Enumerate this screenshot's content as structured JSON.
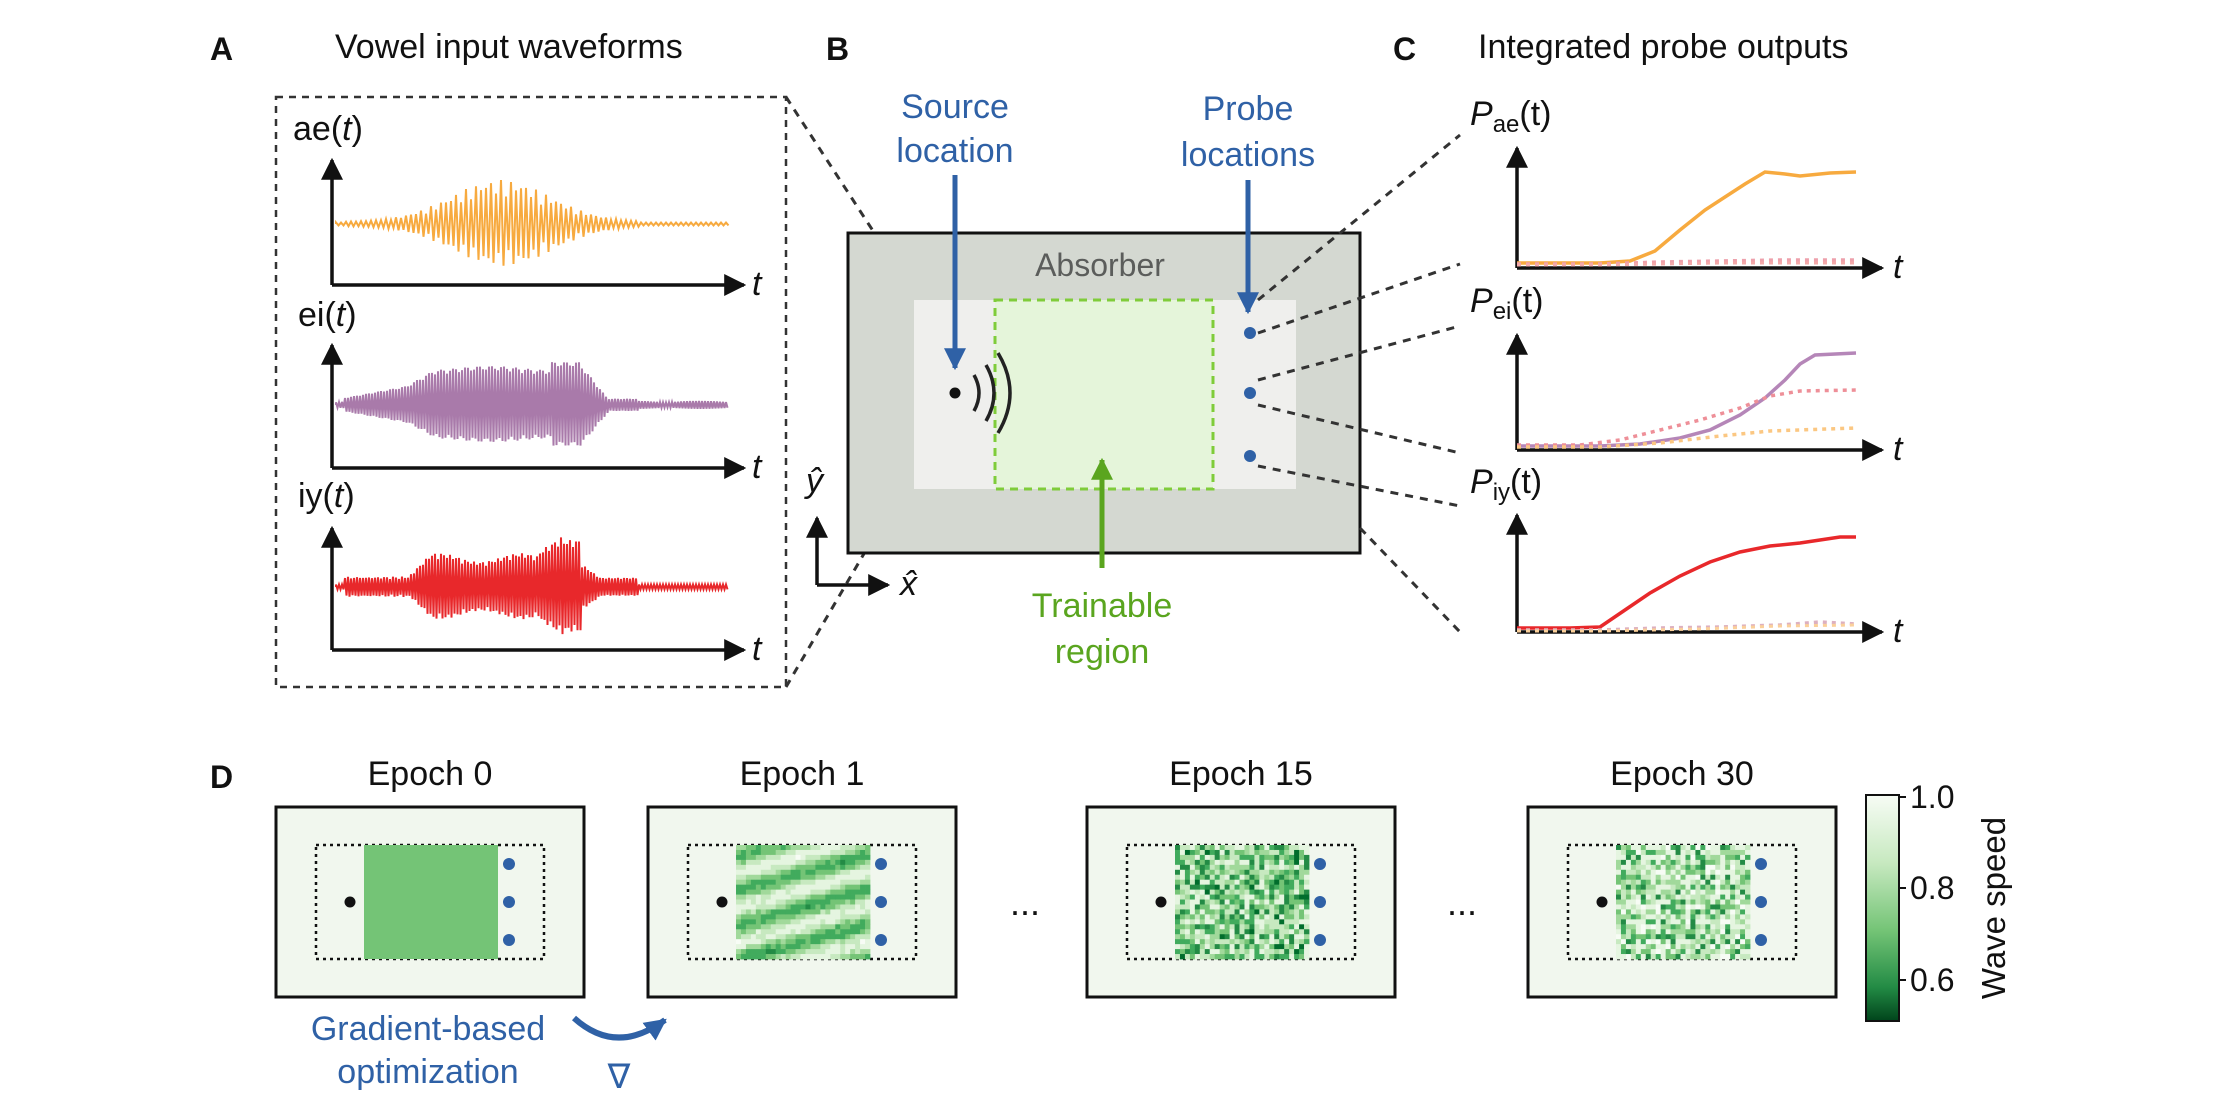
{
  "panels": {
    "a": {
      "letter": "A",
      "title": "Vowel input waveforms",
      "waves": [
        {
          "name": "ae(t)",
          "pre": "ae(",
          "var": "t",
          "post": ")",
          "color": "#f7aa3f"
        },
        {
          "name": "ei(t)",
          "pre": "ei(",
          "var": "t",
          "post": ")",
          "color": "#a97aaa"
        },
        {
          "name": "iy(t)",
          "pre": "iy(",
          "var": "t",
          "post": ")",
          "color": "#e8282b"
        }
      ],
      "axis_var": "t"
    },
    "b": {
      "letter": "B",
      "source_line1": "Source",
      "source_line2": "location",
      "probe_line1": "Probe",
      "probe_line2": "locations",
      "absorber": "Absorber",
      "trainable_line1": "Trainable",
      "trainable_line2": "region",
      "x_hat": "x̂",
      "y_hat": "ŷ"
    },
    "c": {
      "letter": "C",
      "title": "Integrated probe outputs",
      "outputs": [
        {
          "sym": "P",
          "sub": "ae",
          "arg": "(t)"
        },
        {
          "sym": "P",
          "sub": "ei",
          "arg": "(t)"
        },
        {
          "sym": "P",
          "sub": "iy",
          "arg": "(t)"
        }
      ],
      "axis_var": "t"
    },
    "d": {
      "letter": "D",
      "epochs": [
        "Epoch 0",
        "Epoch 1",
        "Epoch 15",
        "Epoch 30"
      ],
      "ellipsis": "...",
      "optim_line1": "Gradient-based",
      "optim_line2": "optimization",
      "nabla": "∇",
      "colorbar_label": "Wave speed",
      "colorbar_ticks": [
        "1.0",
        "0.8",
        "0.6"
      ]
    }
  },
  "colors": {
    "blue": "#2f61a6",
    "green": "#5aa51f",
    "absorber": "#d4d8d1",
    "trainable_fill": "#e5f5da"
  }
}
